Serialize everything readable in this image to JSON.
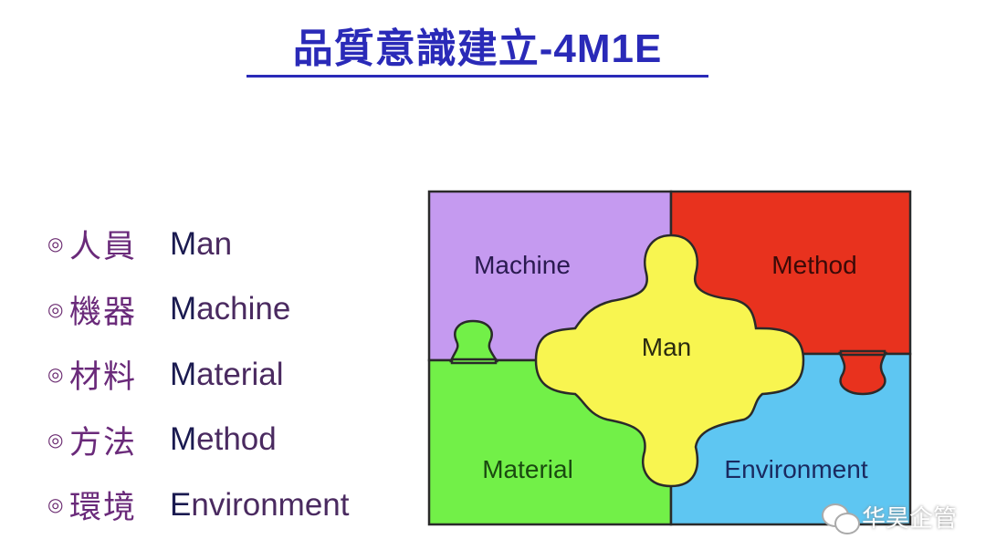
{
  "title": "品質意識建立-4M1E",
  "items": [
    {
      "bullet": "◎",
      "zh": "人員",
      "en_first": "M",
      "en_rest": "an"
    },
    {
      "bullet": "◎",
      "zh": "機器",
      "en_first": "M",
      "en_rest": "achine"
    },
    {
      "bullet": "◎",
      "zh": "材料",
      "en_first": "M",
      "en_rest": "aterial"
    },
    {
      "bullet": "◎",
      "zh": "方法",
      "en_first": "M",
      "en_rest": "ethod"
    },
    {
      "bullet": "◎",
      "zh": "環境",
      "en_first": "E",
      "en_rest": "nvironment"
    }
  ],
  "puzzle": {
    "machine": "Machine",
    "method": "Method",
    "man": "Man",
    "material": "Material",
    "environment": "Environment",
    "colors": {
      "machine": "#c59af0",
      "method": "#e8321e",
      "man": "#f8f550",
      "material": "#72f048",
      "environment": "#5ec6f2"
    }
  },
  "watermark": {
    "icon": "wechat-icon",
    "text": "华昊企管"
  }
}
